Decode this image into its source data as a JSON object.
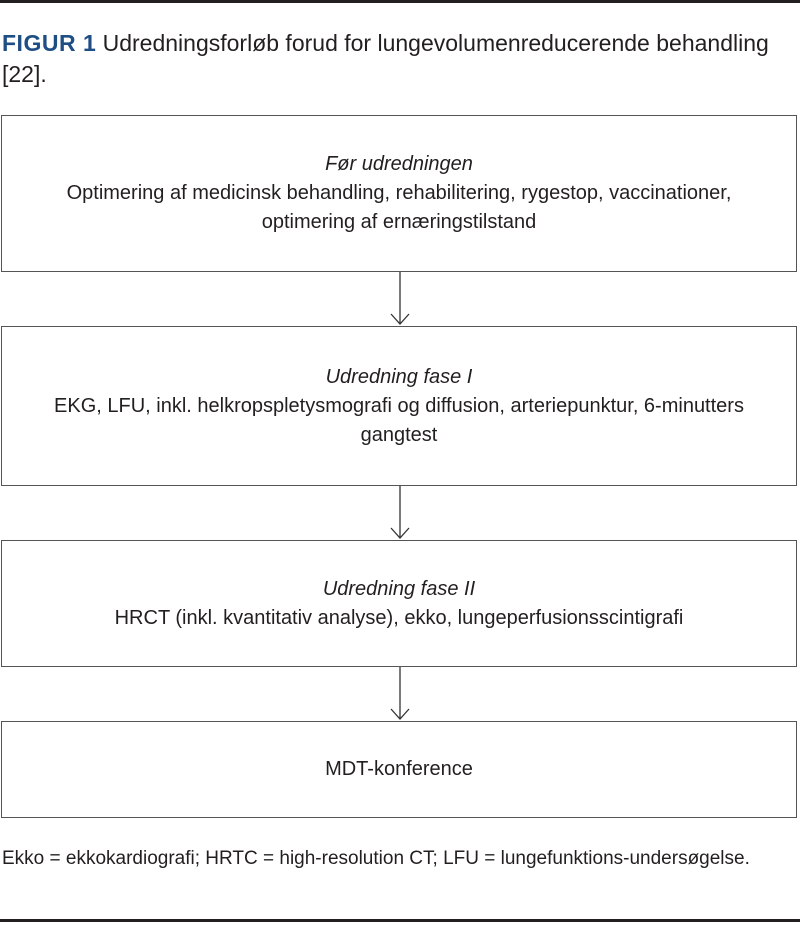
{
  "title": {
    "label": "FIGUR 1",
    "text": "Udredningsforløb forud for lungevolumenreducerende behandling [22]."
  },
  "boxes": [
    {
      "heading": "Før udredningen",
      "body": "Optimering af medicinsk behandling, rehabilitering, rygestop, vaccinationer, optimering af ernæringstilstand"
    },
    {
      "heading": "Udredning fase I",
      "body": "EKG, LFU, inkl. helkropspletysmografi og diffusion, arteriepunktur, 6-minutters gangtest"
    },
    {
      "heading": "Udredning fase II",
      "body": "HRCT (inkl. kvantitativ analyse), ekko, lungeperfusionsscintigrafi"
    },
    {
      "heading": "",
      "body": "MDT-konference"
    }
  ],
  "footnote": "Ekko = ekkokardiografi; HRTC = high-resolution CT; LFU = lungefunktions-undersøgelse.",
  "colors": {
    "accent": "#1f4e84",
    "text": "#231f20"
  }
}
